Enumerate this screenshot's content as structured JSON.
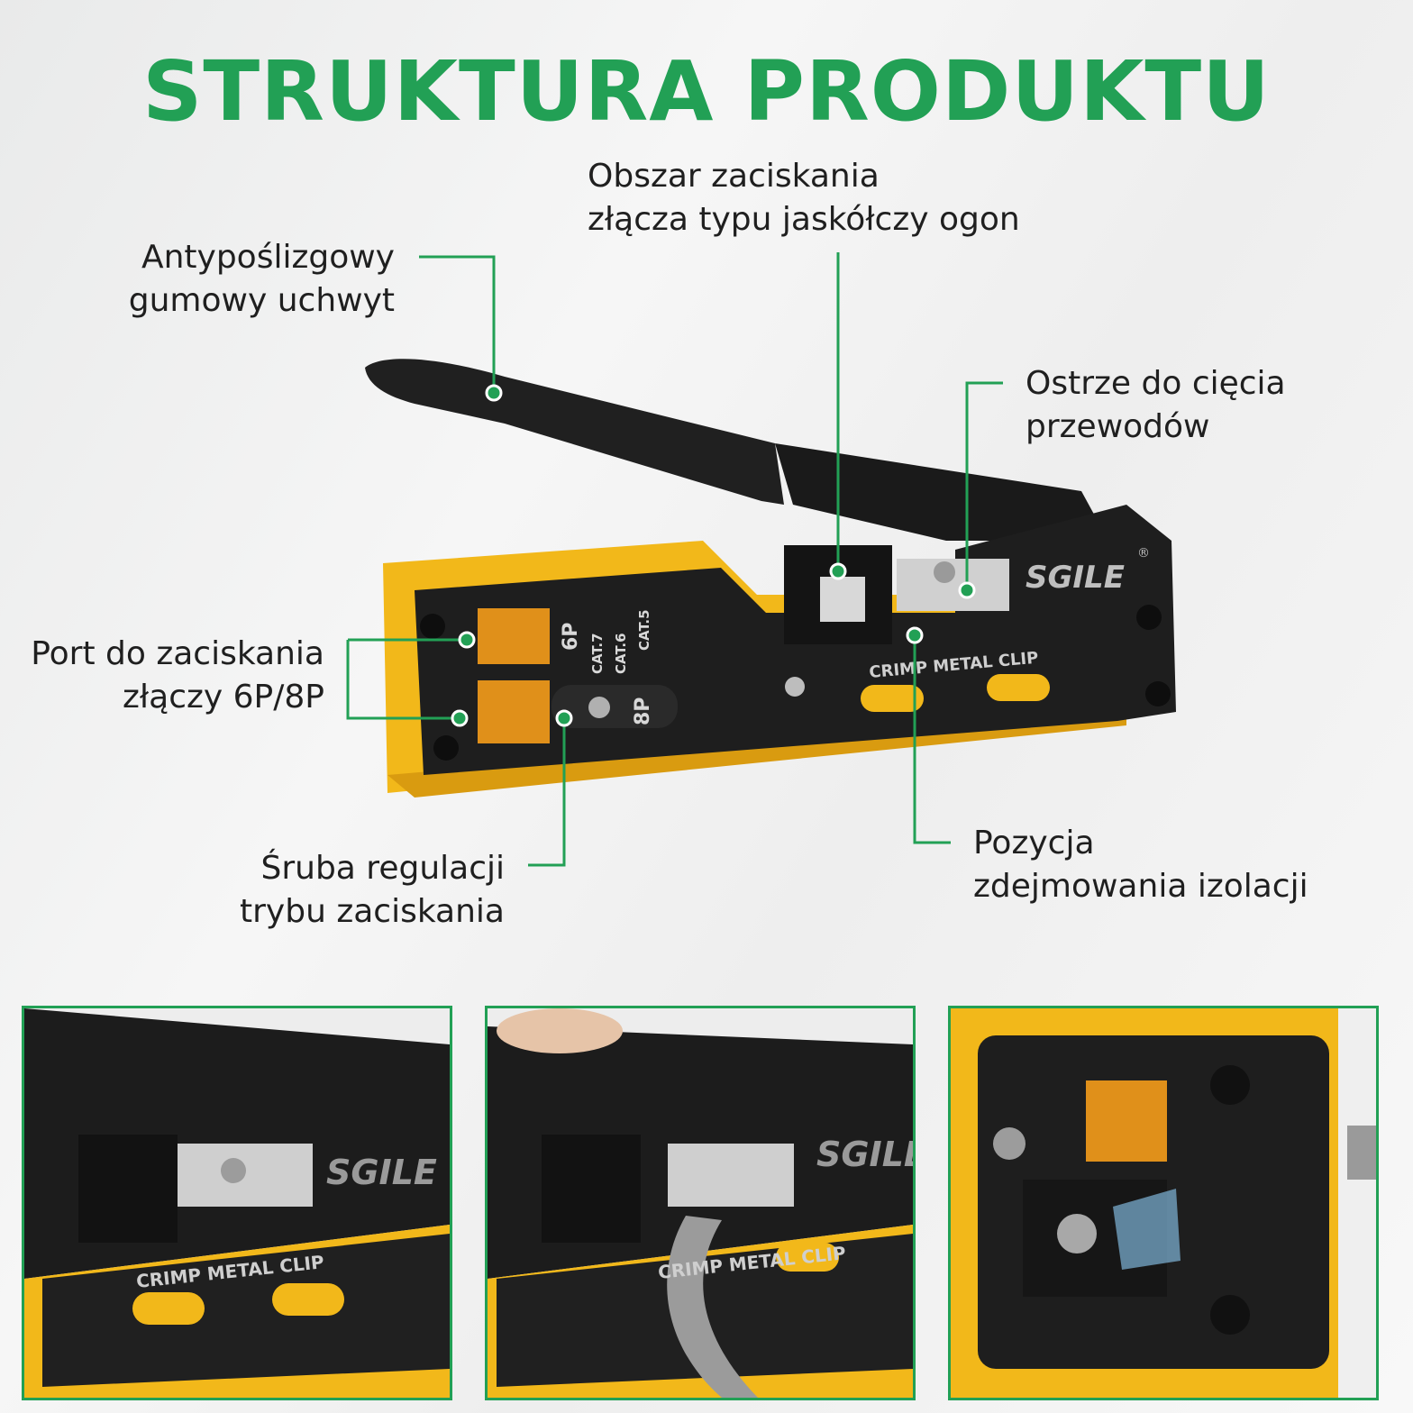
{
  "title": "STRUKTURA PRODUKTU",
  "callouts": {
    "crimp_area": [
      "Obszar zaciskania",
      "złącza typu jaskółczy ogon"
    ],
    "grip": [
      "Antypoślizgowy",
      "gumowy uchwyt"
    ],
    "blade": [
      "Ostrze do cięcia",
      "przewodów"
    ],
    "port": [
      "Port do zaciskania",
      "złączy 6P/8P"
    ],
    "screw": [
      "Śruba regulacji",
      "trybu zaciskania"
    ],
    "strip": [
      "Pozycja",
      "zdejmowania izolacji"
    ]
  },
  "tool": {
    "brand": "SGILE",
    "registered": "®",
    "body_text": "CRIMP METAL CLIP",
    "port_6p": "6P",
    "port_8p": "8P",
    "cat_labels": [
      "CAT.7",
      "CAT.6",
      "CAT.5"
    ]
  },
  "colors": {
    "accent": "#22a055",
    "tool_yellow": "#f2b81a",
    "tool_black": "#1e1e1e"
  }
}
